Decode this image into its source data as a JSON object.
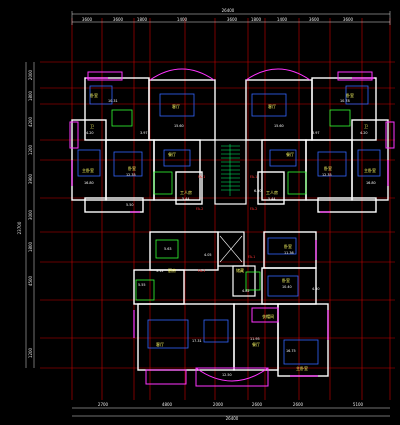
{
  "dimensions": {
    "top_total": "26400",
    "top_segments": [
      "3600",
      "3600",
      "1800",
      "1400",
      "3600",
      "1800",
      "1400",
      "3600",
      "3600"
    ],
    "bottom_total": "26400",
    "bottom_segments": [
      "2700",
      "4800",
      "2000",
      "2600",
      "2600",
      "5100"
    ],
    "left_total": "23700",
    "left_segments": [
      "2000",
      "1800",
      "4200",
      "1200",
      "3900",
      "3000",
      "1800",
      "4500",
      "1200"
    ]
  },
  "upper_left_unit": {
    "rooms": [
      {
        "name": "卧室",
        "area": "10.31"
      },
      {
        "name": "客厅",
        "area": "15.60"
      },
      {
        "name": "餐厅",
        "area": ""
      },
      {
        "name": "卧室",
        "area": "12.35"
      },
      {
        "name": "主卧室",
        "area": "16.80"
      },
      {
        "name": "工人房",
        "area": "5.44"
      },
      {
        "name": "卫",
        "area": "4.20"
      },
      {
        "name": "",
        "area": "5.50"
      },
      {
        "name": "",
        "area": "3.97"
      }
    ]
  },
  "upper_right_unit": {
    "rooms": [
      {
        "name": "客厅",
        "area": "15.60"
      },
      {
        "name": "卧室",
        "area": "10.78"
      },
      {
        "name": "餐厅",
        "area": ""
      },
      {
        "name": "卧室",
        "area": "12.35"
      },
      {
        "name": "主卧室",
        "area": "16.80"
      },
      {
        "name": "工人房",
        "area": "5.44"
      },
      {
        "name": "卫",
        "area": "4.20"
      },
      {
        "name": "",
        "area": "6.50"
      },
      {
        "name": "",
        "area": "3.97"
      }
    ]
  },
  "lower_unit": {
    "rooms": [
      {
        "name": "卧室",
        "area": "11.36"
      },
      {
        "name": "卧室",
        "area": "10.40"
      },
      {
        "name": "储藏",
        "area": ""
      },
      {
        "name": "厨房",
        "area": ""
      },
      {
        "name": "客厅",
        "area": "17.31"
      },
      {
        "name": "餐厅",
        "area": "11.95"
      },
      {
        "name": "主卧室",
        "area": "16.75"
      },
      {
        "name": "衣帽间",
        "area": ""
      },
      {
        "name": "",
        "area": "5.63"
      },
      {
        "name": "",
        "area": "4.82"
      },
      {
        "name": "",
        "area": "4.05"
      },
      {
        "name": "",
        "area": "4.50"
      },
      {
        "name": "",
        "area": "3.12"
      },
      {
        "name": "",
        "area": "5.55"
      },
      {
        "name": "",
        "area": "12.50"
      }
    ]
  },
  "core": {
    "labels": [
      "FA-1",
      "FA-1",
      "FA-2",
      "FA-2",
      "FA-1",
      "FA-1"
    ]
  }
}
